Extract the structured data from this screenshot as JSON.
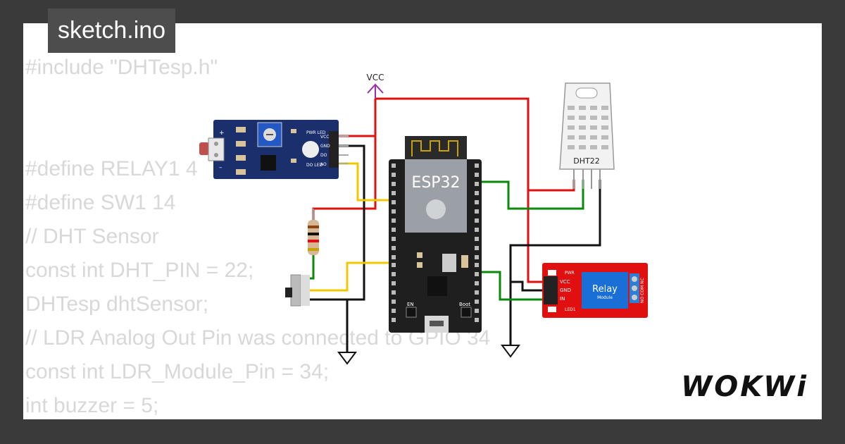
{
  "file_tab": {
    "title": "sketch.ino"
  },
  "code_lines": [
    "#include \"DHTesp.h\"",
    "",
    "",
    "#define RELAY1 4",
    "#define SW1 14",
    "// DHT Sensor",
    "const int DHT_PIN = 22;",
    "DHTesp dhtSensor;",
    "// LDR Analog Out Pin was connected to GPIO 34",
    "const int LDR_Module_Pin = 34;",
    "int buzzer = 5;"
  ],
  "branding": {
    "logo": "WOKWi"
  },
  "circuit": {
    "vcc_label": "VCC",
    "esp32_label": "ESP32",
    "dht_label": "DHT22",
    "relay_label": "Relay",
    "relay_sub": "Module",
    "relay_pins": [
      "VCC",
      "GND",
      "IN"
    ],
    "relay_leds": [
      "PWR",
      "LED1"
    ],
    "relay_terminals": "NO COM NC",
    "ldr_pins": [
      "VCC",
      "GND",
      "DO",
      "AO"
    ],
    "ldr_leds": [
      "PWR LED",
      "DO LED"
    ],
    "esp_buttons": [
      "EN",
      "Boot"
    ],
    "colors": {
      "wire_red": "#e01010",
      "wire_black": "#111111",
      "wire_green": "#0a8a0a",
      "wire_yellow": "#f0c800",
      "vcc_purple": "#9b2fae",
      "board_dark": "#1f1f1f",
      "relay_red": "#e01010",
      "ldr_blue": "#1a2f6b"
    }
  }
}
